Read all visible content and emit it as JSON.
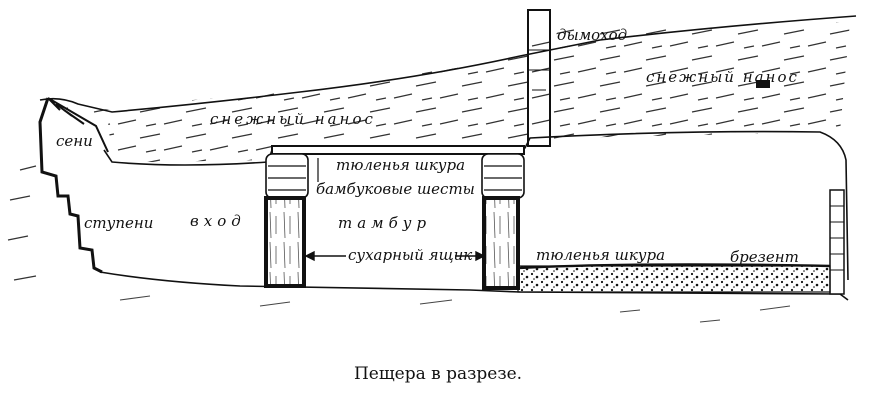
{
  "labels": {
    "chimney": "дымоход",
    "snow_drift_right": "снежный нанос",
    "snow_drift_left": "снежный нанос",
    "porch": "сени",
    "seal_skin_top": "тюленья шкура",
    "bamboo_poles": "бамбуковые шесты",
    "steps": "ступени",
    "entrance": "вход",
    "vestibule": "тамбур",
    "cracker_box": "сухарный ящик",
    "seal_skin_floor": "тюленья шкура",
    "tarpaulin": "брезент"
  },
  "caption": "Пещера в разрезе."
}
